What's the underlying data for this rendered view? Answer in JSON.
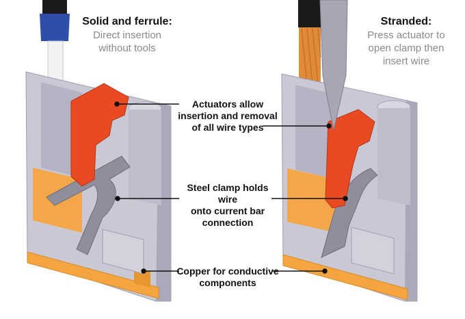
{
  "left_caption": {
    "title": "Solid and ferrule:",
    "lines": [
      "Direct insertion",
      "without tools"
    ]
  },
  "right_caption": {
    "title": "Stranded:",
    "lines": [
      "Press actuator to",
      "open clamp then",
      "insert wire"
    ]
  },
  "callouts": [
    {
      "lines": [
        "Actuators allow",
        "insertion and removal",
        "of all wire types"
      ]
    },
    {
      "lines": [
        "Steel clamp holds wire",
        "onto current bar",
        "connection"
      ]
    },
    {
      "lines": [
        "Copper for conductive",
        "components"
      ]
    }
  ],
  "colors": {
    "housing": "#c9c9d6",
    "housing_dark": "#9d9daf",
    "actuator": "#e84a24",
    "clamp": "#8e8e9c",
    "copper": "#f5a540",
    "ferrule_blue": "#2f4ea8",
    "wire_black": "#1a1a1a",
    "strand_orange": "#e08a3a",
    "tool_grey": "#a6a6b4"
  }
}
